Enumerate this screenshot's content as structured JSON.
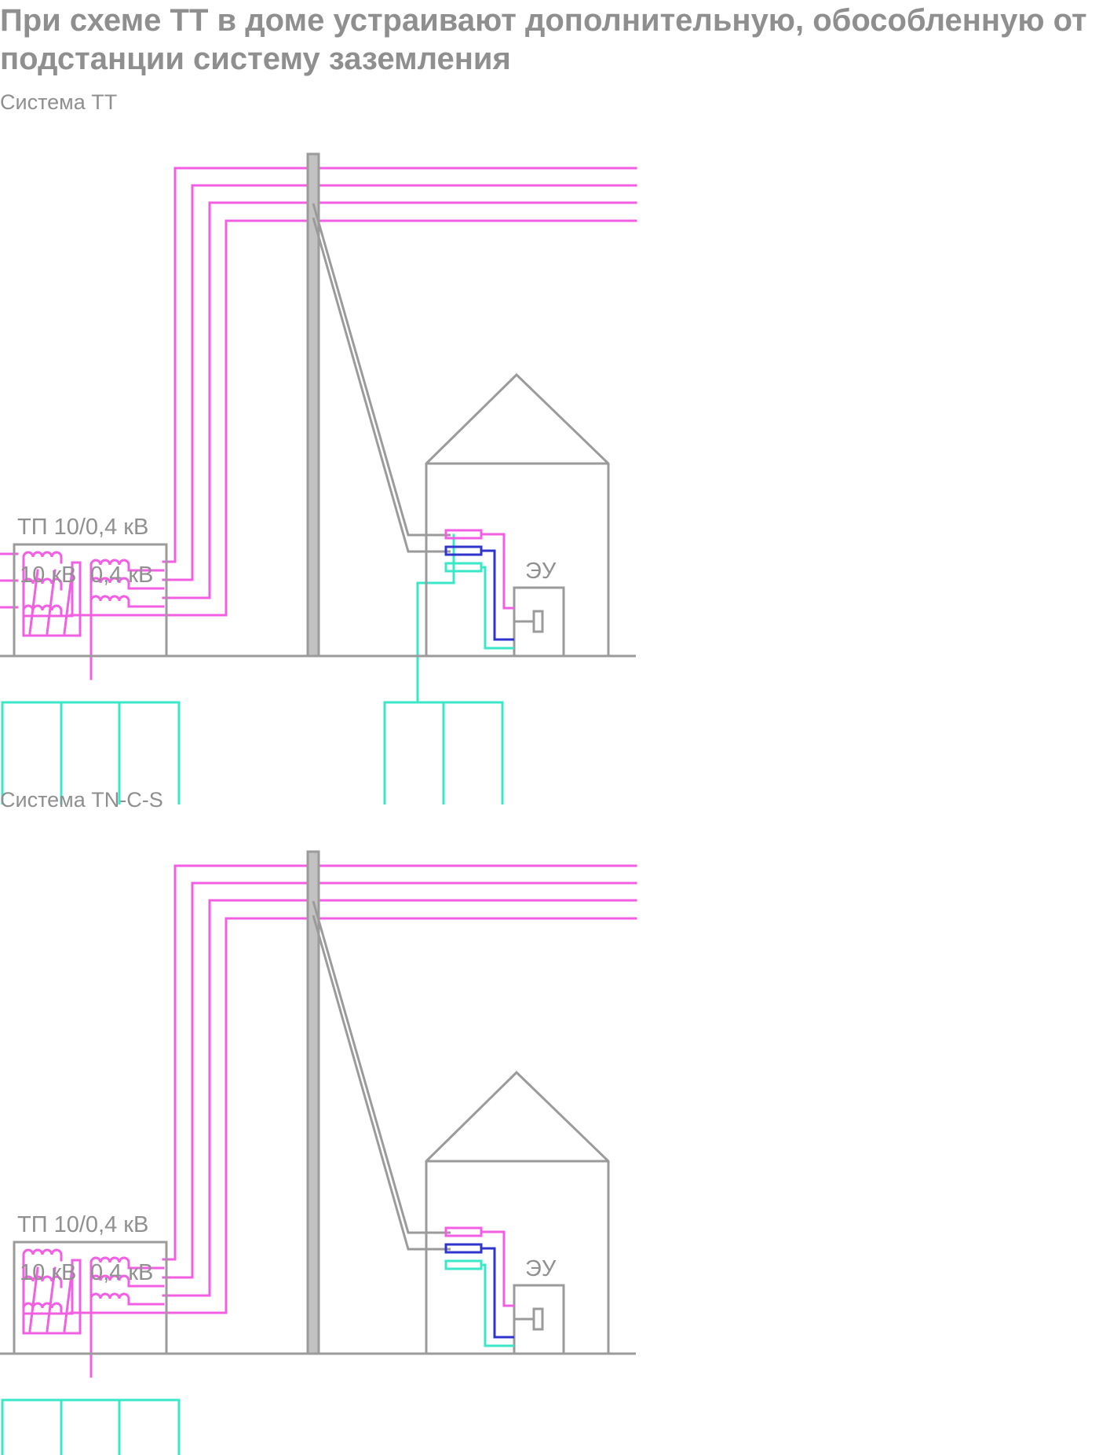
{
  "title": "При схеме ТТ в доме устраивают дополнительную, обособленную от подстанции систему заземления",
  "colors": {
    "phase": "#f25fe3",
    "neutral": "#2f35cc",
    "protective": "#3ae8c8",
    "structure": "#9b9b9b"
  },
  "diagrams": [
    {
      "subtitle": "Система ТТ",
      "substation_label": "ТП 10/0,4 кВ",
      "hv_label": "10 кВ",
      "lv_label": "0,4 кВ",
      "appliance_label": "ЭУ"
    },
    {
      "subtitle": "Система TN-C-S",
      "substation_label": "ТП 10/0,4 кВ",
      "hv_label": "10 кВ",
      "lv_label": "0,4 кВ",
      "appliance_label": "ЭУ"
    }
  ]
}
